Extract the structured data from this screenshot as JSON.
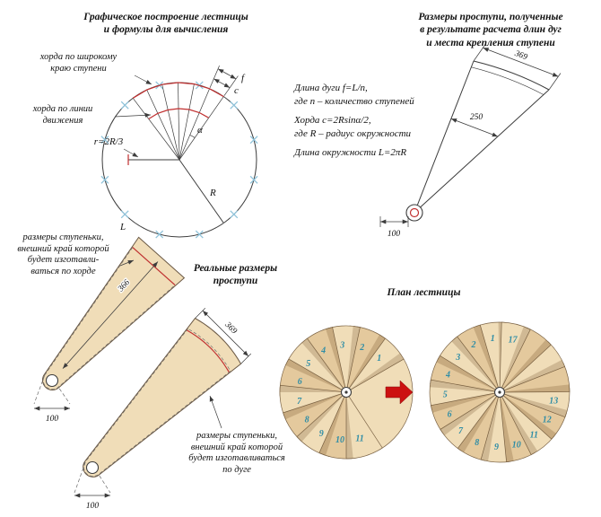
{
  "header": {
    "title_left": [
      "Графическое построение лестницы",
      "и формулы для вычисления"
    ],
    "title_right": [
      "Размеры проступи, полученные",
      "в результате расчета длин дуг",
      "и места крепления ступени"
    ]
  },
  "circle_diagram": {
    "label_chord_wide": [
      "хорда по широкому",
      "краю ступени"
    ],
    "label_chord_motion": [
      "хорда по линии",
      "движения"
    ],
    "r_label": "r=2R/3",
    "R_label": "R",
    "L_label": "L",
    "alpha_label": "α",
    "c_label": "c",
    "f_label": "f"
  },
  "formulas": {
    "lines": [
      "Длина дуги f=L/n,",
      "где n – количество ступеней",
      "Хорда c=2Rsinα/2,",
      "где R – радиус окружности",
      "Длина окружности L=2πR"
    ]
  },
  "tread_calc": {
    "dim_369": "369",
    "dim_250": "250",
    "dim_100": "100"
  },
  "templates": {
    "title": [
      "Реальные размеры",
      "проступи"
    ],
    "label_chord": [
      "размеры ступеньки,",
      "внешний край которой",
      "будет изготавли-",
      "ваться по хорде"
    ],
    "label_arc": [
      "размеры ступеньки,",
      "внешний край которой",
      "будет изготавливаться",
      "по дуге"
    ],
    "dim_366": "366",
    "dim_369": "369",
    "dim_100_a": "100",
    "dim_100_b": "100"
  },
  "plan": {
    "title": "План лестницы",
    "left_numbers": [
      "1",
      "2",
      "3",
      "4",
      "5",
      "6",
      "7",
      "8",
      "9",
      "10",
      "11"
    ],
    "right_numbers": [
      "1",
      "2",
      "3",
      "4",
      "5",
      "6",
      "7",
      "8",
      "9",
      "10",
      "11",
      "12",
      "13",
      "",
      "",
      "",
      "17"
    ]
  },
  "colors": {
    "wood": "#f0ddb8",
    "wood_dark": "#e4c99d",
    "red": "#c03030",
    "red_arrow": "#cc1111",
    "teal": "#2f8da6",
    "mark_blue": "#8fc3da",
    "line": "#3c3c3c"
  }
}
